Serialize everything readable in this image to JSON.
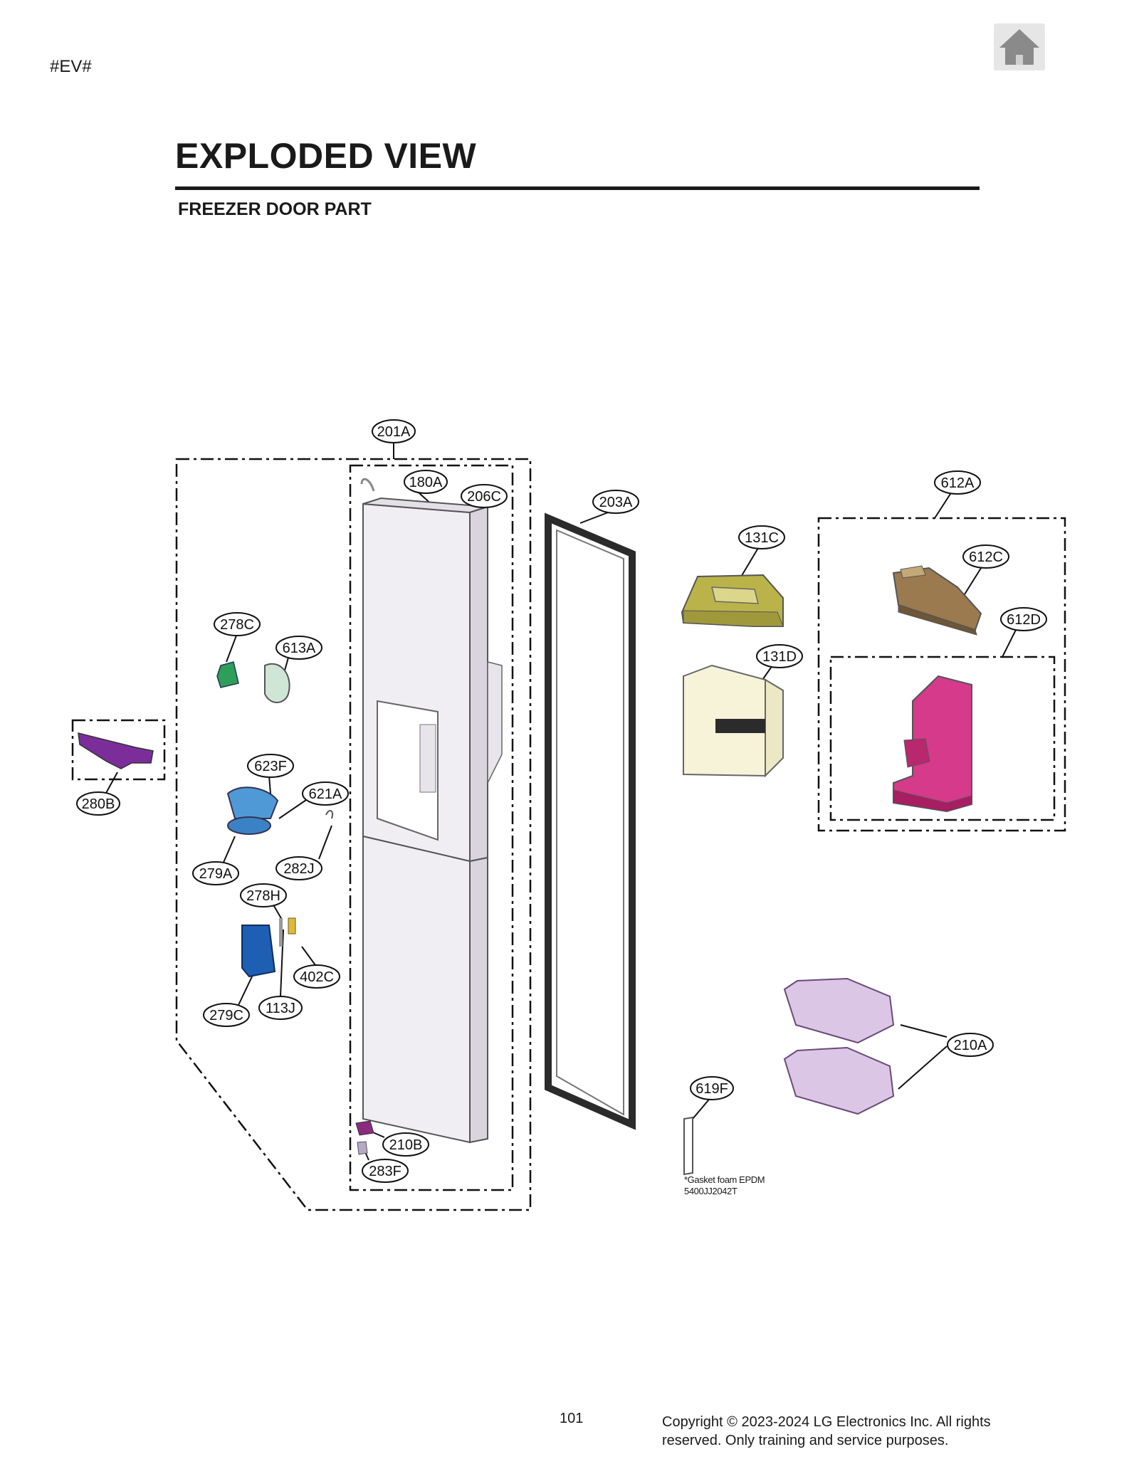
{
  "header": {
    "corner_tag": "#EV#",
    "home_icon": "home-icon",
    "title": "EXPLODED VIEW",
    "subtitle": "FREEZER DOOR PART"
  },
  "callouts": [
    {
      "id": "201A",
      "label": "201A"
    },
    {
      "id": "180A",
      "label": "180A"
    },
    {
      "id": "206C",
      "label": "206C"
    },
    {
      "id": "203A",
      "label": "203A"
    },
    {
      "id": "131C",
      "label": "131C"
    },
    {
      "id": "131D",
      "label": "131D"
    },
    {
      "id": "612A",
      "label": "612A"
    },
    {
      "id": "612C",
      "label": "612C"
    },
    {
      "id": "612D",
      "label": "612D"
    },
    {
      "id": "278C",
      "label": "278C"
    },
    {
      "id": "613A",
      "label": "613A"
    },
    {
      "id": "280B",
      "label": "280B"
    },
    {
      "id": "623F",
      "label": "623F"
    },
    {
      "id": "621A",
      "label": "621A"
    },
    {
      "id": "279A",
      "label": "279A"
    },
    {
      "id": "282J",
      "label": "282J"
    },
    {
      "id": "278H",
      "label": "278H"
    },
    {
      "id": "402C",
      "label": "402C"
    },
    {
      "id": "279C",
      "label": "279C"
    },
    {
      "id": "113J",
      "label": "113J"
    },
    {
      "id": "210A",
      "label": "210A"
    },
    {
      "id": "619F",
      "label": "619F"
    },
    {
      "id": "210B",
      "label": "210B"
    },
    {
      "id": "283F",
      "label": "283F"
    }
  ],
  "note": {
    "line1": "*Gasket foam EPDM",
    "line2": "5400JJ2042T"
  },
  "footer": {
    "page_number": "101",
    "copyright": "Copyright © 2023-2024 LG Electronics Inc. All rights reserved. Only training and service purposes."
  },
  "colors": {
    "door": "#f1eef3",
    "gasket": "#2b2b2b",
    "ice_cover": "#b9b34a",
    "ice_bin": "#f6f3d9",
    "icemaker": "#9a7a4e",
    "icemaker_housing": "#d63a8a",
    "dispenser_lever": "#1e5eb3",
    "funnel": "#4f9ad6",
    "micro_switch": "#2e9e5b",
    "hinge_cover": "#7b2d9a",
    "door_bin": "#dcc6e6"
  }
}
